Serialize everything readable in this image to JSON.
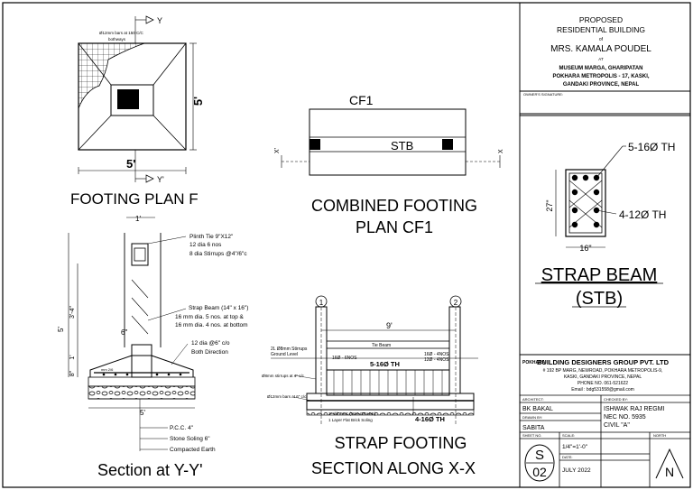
{
  "title_block": {
    "line1": "PROPOSED",
    "line2": "RESIDENTIAL BUILDING",
    "of": "of",
    "owner": "MRS. KAMALA POUDEL",
    "at": "AT",
    "addr1": "MUSEUM MARGA, GHARIPATAN",
    "addr2": "POKHARA METROPOLIS - 17, KASKI,",
    "addr3": "GANDAKI PROVINCE, NEPAL",
    "owner_signature": "OWNER'S SIGNATURE:"
  },
  "strap_beam": {
    "top_bars": "5-16Ø TH",
    "bottom_bars": "4-12Ø TH",
    "depth": "27\"",
    "width": "16\"",
    "title1": "STRAP BEAM",
    "title2": "(STB)"
  },
  "company": {
    "city": "POKHARA",
    "name": "BUILDING DESIGNERS GROUP PVT. LTD",
    "line1": "# 192 BP MARG, NEWROAD, POKHARA METROPOLIS-9,",
    "line2": "KASKI, GANDAKI PROVINCE, NEPAL",
    "phone": "PHONE NO. 061-521622",
    "email": "Email : bdg531558@gmail.com"
  },
  "info": {
    "architect_label": "ARCHITECT:",
    "checked_label": "CHECKED BY:",
    "architect": "BK BAKAL",
    "checked_name": "ISHWAK RAJ REGMI",
    "nec": "NEC NO. 5935",
    "civil": "CIVIL \"A\"",
    "drawn_label": "DRAWN BY:",
    "drawn": "SABITA",
    "sheet_label": "SHEET NO.",
    "scale_label": "SCALE:",
    "north_label": "NORTH",
    "sheet_letter": "S",
    "sheet_no": "02",
    "scale": "1/4\"=1'-0\"",
    "date_label": "DATE:",
    "date": "JULY 2022",
    "north": "N"
  },
  "footing_plan": {
    "title": "FOOTING PLAN F",
    "bars_note1": "Ø12mm bars at 150 C/C",
    "bars_note2": "bothways",
    "dim_side": "5'",
    "dim_bottom": "5'",
    "axis_y": "Y",
    "axis_y2": "Y'"
  },
  "combined": {
    "label": "CF1",
    "beam": "STB",
    "x": "X",
    "x2": "X'",
    "title1": "COMBINED FOOTING",
    "title2": "PLAN CF1"
  },
  "section": {
    "title": "Section at Y-Y'",
    "top_dim": "1'",
    "plinth1": "Plinth Tie 9\"X12\"",
    "plinth2": "12 dia 6 nos",
    "plinth3": "8 dia Stirrups @4\"/6\"c",
    "strap1": "Strap Beam (14\" x 16\")",
    "strap2": "16 mm dia. 5 nos. at top &",
    "strap3": "16 mm dia. 4 nos. at bottom",
    "mesh1": "12 dia @6\" c/o",
    "mesh2": "Both Direction",
    "dim_total": "5'",
    "dim_a": "3'-4\"",
    "dim_b": "1'",
    "dim_c": "8\"",
    "dim_6": "6\"",
    "base": "5'",
    "pcc": "P.C.C. 4\"",
    "soling": "Stone Soling 6\"",
    "earth": "Compacted Earth",
    "mm": "mm 2/6"
  },
  "strap_footing": {
    "title1": "STRAP FOOTING",
    "title2": "SECTION ALONG X-X",
    "grid1": "1",
    "grid2": "2",
    "span": "9'",
    "tie": "Tie Beam",
    "stirrups": "2L Ø8mm Stirrups",
    "ground": "Ground Level",
    "b16": "16Ø - 6NOS",
    "r1": "16Ø - 4NOS",
    "r2": "12Ø - 4NOS",
    "top": "5-16Ø TH",
    "strirr": "Ø8mm stirrups at 4\" c/c",
    "bars6": "Ø12mm bars at 6\" c/c",
    "pcc": "3\" thk PCC (M10 GRADE)",
    "brick": "1 Layer Flat Brick Soling",
    "bottom": "4-16Ø TH"
  }
}
